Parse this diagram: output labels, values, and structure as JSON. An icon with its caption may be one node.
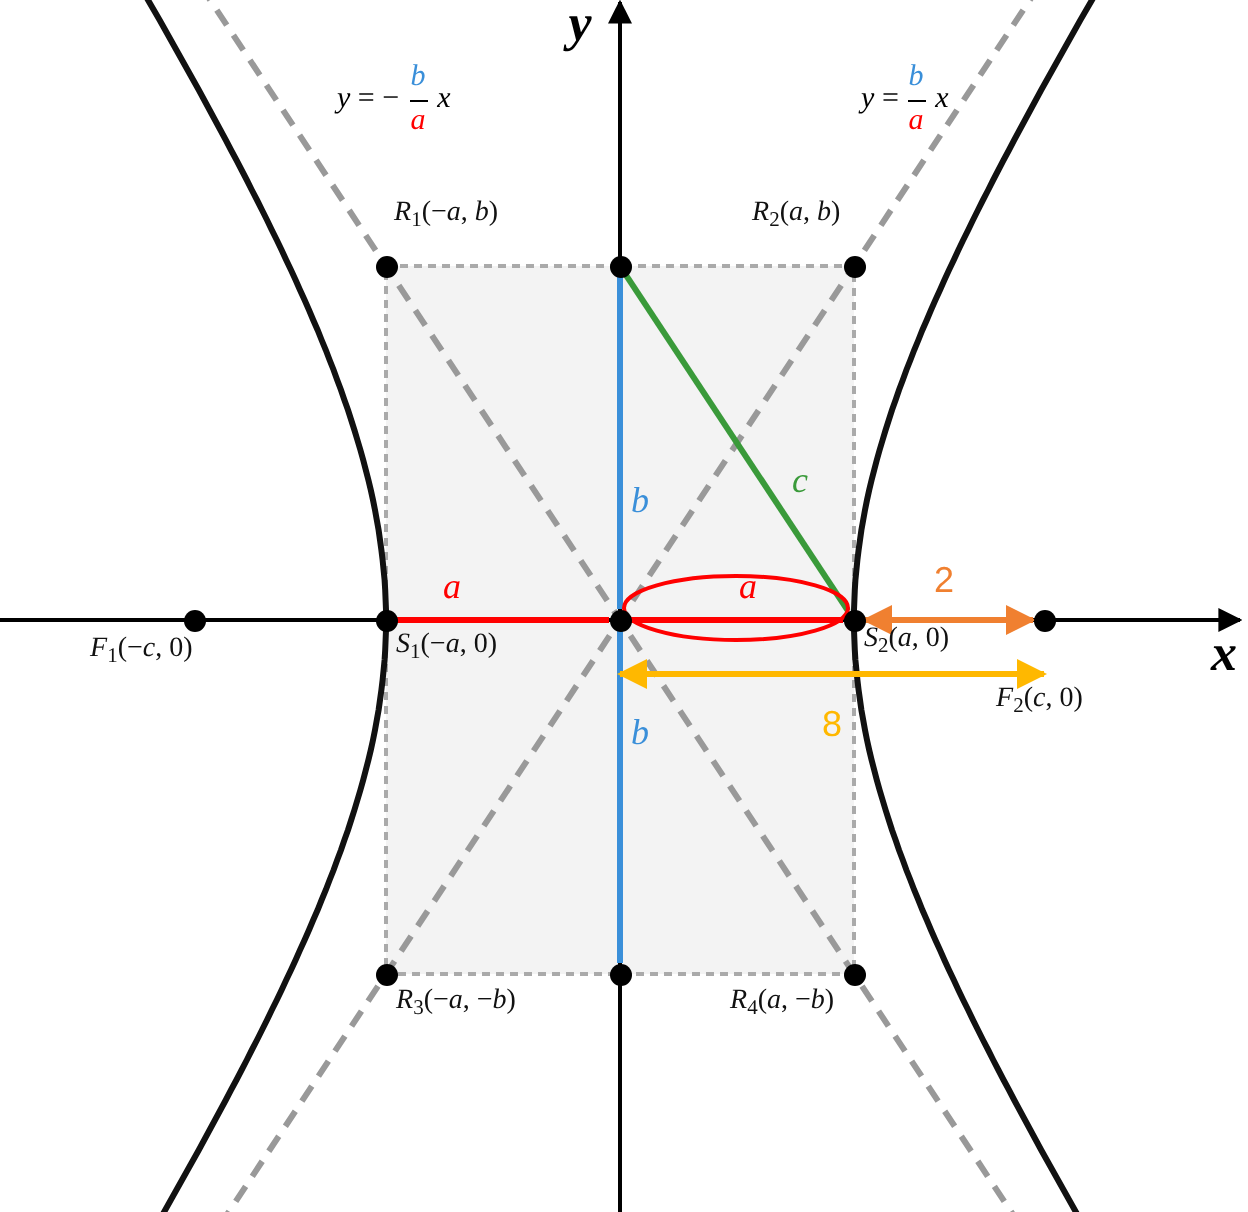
{
  "diagram": {
    "nodes": [
      {
        "text": [],
        "shape": "circle",
        "beside": [
          "*R*$_{1}$(−*a*, *b*)"
        ]
      },
      {
        "text": [],
        "shape": "circle"
      },
      {
        "text": [],
        "shape": "circle",
        "beside": [
          "*R*$_{2}$(*a*, *b*)"
        ]
      },
      {
        "text": [],
        "shape": "circle",
        "beside": [
          "*F*$_{1}$(−*c*, 0)"
        ]
      },
      {
        "text": [],
        "shape": "circle",
        "beside": [
          "*S*$_{1}$(−*a*, 0)"
        ]
      },
      {
        "text": [],
        "shape": "circle"
      },
      {
        "text": [],
        "shape": "circle",
        "beside": [
          "*S*$_{2}$(*a*, 0)"
        ]
      },
      {
        "text": [],
        "shape": "circle",
        "beside": [
          "*F*$_{2}$(*c*, 0)"
        ]
      },
      {
        "text": [],
        "shape": "circle",
        "beside": [
          "*R*$_{3}$(−*a*, −*b*)"
        ]
      },
      {
        "text": [],
        "shape": "circle"
      },
      {
        "text": [],
        "shape": "circle",
        "beside": [
          "*R*$_{4}$(*a*, −*b*)"
        ]
      }
    ],
    "edges": [
      {
        "from": 4,
        "to": 5,
        "arrow": "none",
        "label": "a",
        "color": "#ff0000"
      },
      {
        "from": 5,
        "to": 6,
        "arrow": "none",
        "label": "a",
        "color": "#ff0000"
      },
      {
        "from": 5,
        "to": 1,
        "arrow": "none",
        "label": "b",
        "color": "#3a8fd9"
      },
      {
        "from": 5,
        "to": 9,
        "arrow": "none",
        "label": "b",
        "color": "#3a8fd9"
      },
      {
        "from": 1,
        "to": 6,
        "arrow": "none",
        "label": "c",
        "color": "#3a9a3a"
      },
      {
        "from": 6,
        "to": 7,
        "arrow": "both",
        "label": "2",
        "color": "#f08030"
      },
      {
        "from": 5,
        "to": 7,
        "arrow": "both",
        "label": "8",
        "color": "#ffb800"
      }
    ],
    "labels": [
      "y",
      "*y* = −",
      "b",
      "a",
      "x",
      "*y* =",
      "b",
      "a",
      "x",
      "x"
    ]
  }
}
